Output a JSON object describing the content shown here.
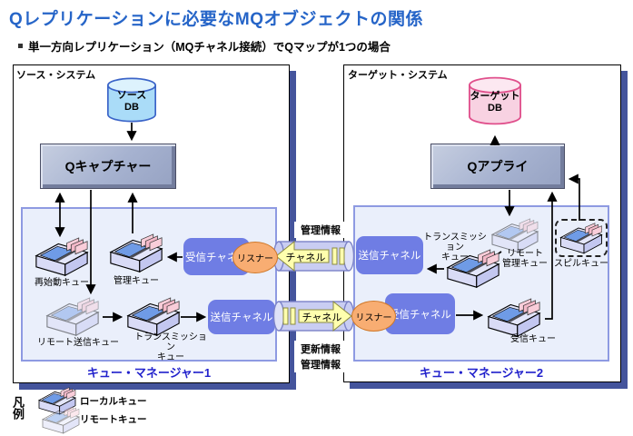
{
  "title": "Qレプリケーションに必要なMQオブジェクトの関係",
  "subtitle": "単一方向レプリケーション（MQチャネル接続）でQマップが1つの場合",
  "source": {
    "system_label": "ソース・システム",
    "db_line1": "ソース",
    "db_line2": "DB",
    "capture": "Qキャプチャー",
    "qm_label": "キュー・マネージャー1",
    "restart_queue": "再始動キュー",
    "admin_queue": "管理キュー",
    "remote_send_queue": "リモート送信キュー",
    "transmission_line1": "トランスミッション",
    "transmission_line2": "キュー",
    "receive_channel": "受信チャネル",
    "send_channel": "送信チャネル",
    "listener": "リスナー"
  },
  "target": {
    "system_label": "ターゲット・システム",
    "db_line1": "ターゲット",
    "db_line2": "DB",
    "apply": "Qアプライ",
    "qm_label": "キュー・マネージャー2",
    "send_channel": "送信チャネル",
    "transmission_line1": "トランスミッション",
    "transmission_line2": "キュー",
    "remote_admin_line1": "リモート",
    "remote_admin_line2": "管理キュー",
    "spill_queue": "スピルキュー",
    "receive_channel": "受信チャネル",
    "receive_queue": "受信キュー",
    "listener": "リスナー"
  },
  "middle": {
    "admin_info_top": "管理情報",
    "channel_top": "チャネル",
    "channel_bottom": "チャネル",
    "update_info": "更新情報",
    "admin_info_bottom": "管理情報"
  },
  "legend": {
    "heading": "凡例",
    "local_queue": "ローカルキュー",
    "remote_queue": "リモートキュー"
  },
  "icons": {
    "local_queue": "queue-tray-icon",
    "remote_queue": "queue-tray-icon-faded",
    "database": "database-cylinder-icon",
    "listener": "listener-ellipse",
    "channel_pipe": "channel-pipe-arrow-icon"
  },
  "colors": {
    "title_blue": "#2665c8",
    "qm_label_blue": "#2222cc",
    "channel_fill": "#6f7de4",
    "listener_fill": "#f8ad72",
    "pipe_body": "#c9cdf2",
    "pipe_arrow_yellow": "#ffffae",
    "source_db_fill": "#aadcf8",
    "source_db_stroke": "#3b64c8",
    "target_db_fill": "#f8d2e2",
    "target_db_stroke": "#e0508c",
    "qm_box_fill": "#eaeffb",
    "qm_box_border": "#8e9ae2",
    "box_shadow_navy": "#44549c",
    "queue_inside_blue": "#6f9be6",
    "queue_fin_pink": "#f4bcca"
  }
}
